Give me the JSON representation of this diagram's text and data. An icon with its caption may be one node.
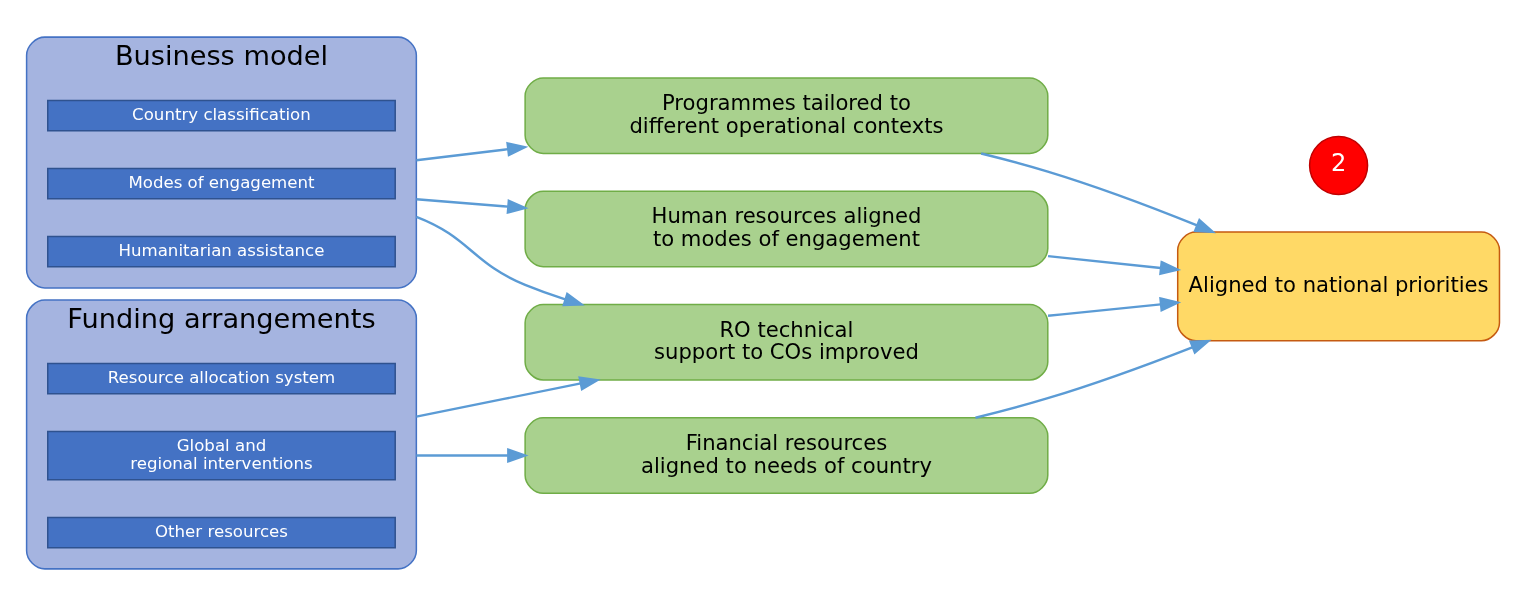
{
  "diagram": {
    "nodes": [
      {
        "text": [
          "Business model"
        ]
      },
      {
        "text": [
          "Country classification"
        ],
        "in": 0
      },
      {
        "text": [
          "Modes of engagement"
        ],
        "in": 0
      },
      {
        "text": [
          "Humanitarian assistance"
        ],
        "in": 0
      },
      {
        "text": [
          "Funding arrangements"
        ]
      },
      {
        "text": [
          "Resource allocation system"
        ],
        "in": 4
      },
      {
        "text": [
          "Global and regional interventions"
        ],
        "in": 4
      },
      {
        "text": [
          "Other resources"
        ],
        "in": 4
      },
      {
        "text": [
          "Programmes tailored to different operational contexts"
        ]
      },
      {
        "text": [
          "RO technical support to COs improved"
        ]
      },
      {
        "text": [
          "Human resources aligned to modes of engagement"
        ]
      },
      {
        "text": [
          "Financial resources aligned to needs of country"
        ]
      },
      {
        "text": [
          "Aligned to national priorities"
        ]
      },
      {
        "text": [
          "2"
        ]
      }
    ],
    "edges": [
      {
        "from": 0,
        "to": 8,
        "arrow": "to"
      },
      {
        "from": 0,
        "to": 9,
        "arrow": "to"
      },
      {
        "from": 0,
        "to": 10,
        "arrow": "to"
      },
      {
        "from": 4,
        "to": 9,
        "arrow": "to"
      },
      {
        "from": 4,
        "to": 11,
        "arrow": "to"
      },
      {
        "from": 8,
        "to": 12,
        "arrow": "to"
      },
      {
        "from": 9,
        "to": 12,
        "arrow": "to"
      },
      {
        "from": 10,
        "to": 12,
        "arrow": "to"
      },
      {
        "from": 11,
        "to": 12,
        "arrow": "to"
      }
    ]
  }
}
